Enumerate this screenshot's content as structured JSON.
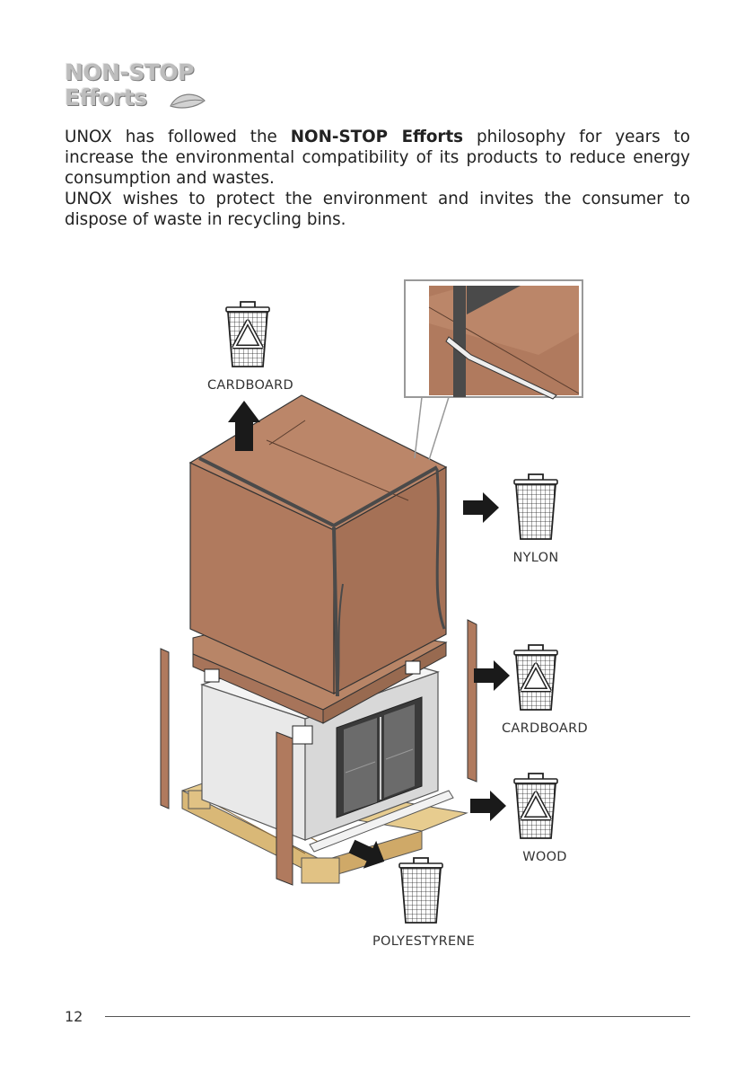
{
  "logo": {
    "line1": "NON-STOP",
    "line2": "Efforts",
    "icon": "leaf-icon"
  },
  "intro": {
    "p1_a": "UNOX has followed the ",
    "p1_bold": "NON-STOP Efforts",
    "p1_b": " philosophy for years to increase the environmental compatibility of its products to reduce energy consumption and wastes.",
    "p2": "UNOX wishes to protect the environment and invites the consumer to dispose of waste in recycling bins."
  },
  "bins": {
    "cardboard_top": "CARDBOARD",
    "nylon": "NYLON",
    "cardboard_side": "CARDBOARD",
    "wood": "WOOD",
    "polystyrene": "POLYESTYRENE"
  },
  "colors": {
    "cardboard": "#b07a5e",
    "wood": "#e6c98a",
    "strap": "#4a4a4a",
    "arrow": "#1a1a1a"
  },
  "footer": {
    "page_number": "12"
  }
}
